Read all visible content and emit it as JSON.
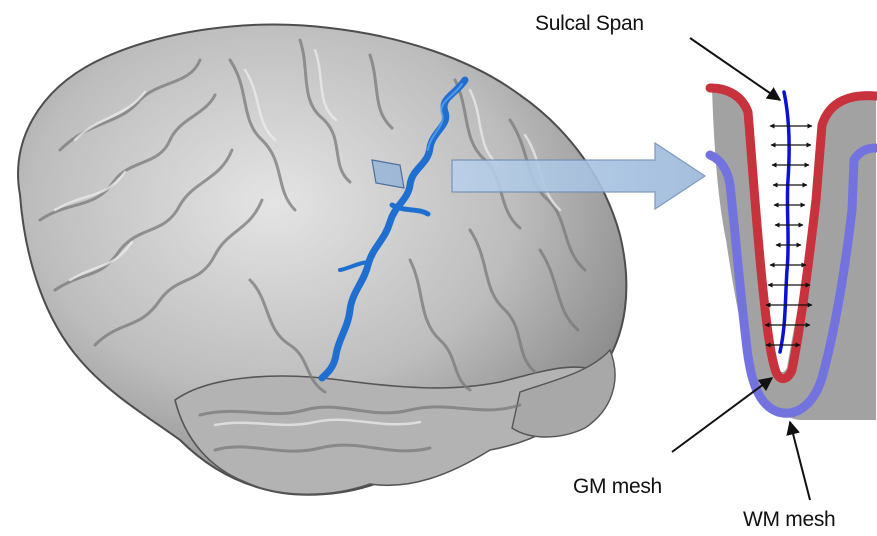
{
  "labels": {
    "sulcal_span": "Sulcal Span",
    "gm_mesh": "GM mesh",
    "wm_mesh": "WM mesh"
  },
  "colors": {
    "brain_surface": "#b9b9b9",
    "sulcus_highlight": "#1f6fd0",
    "gm_mesh": "#c8323c",
    "wm_mesh": "#7373e0",
    "sulcal_span_line": "#0a10d8",
    "section_fill": "#9e9e9e",
    "zoom_arrow": "#a9c4e2"
  }
}
